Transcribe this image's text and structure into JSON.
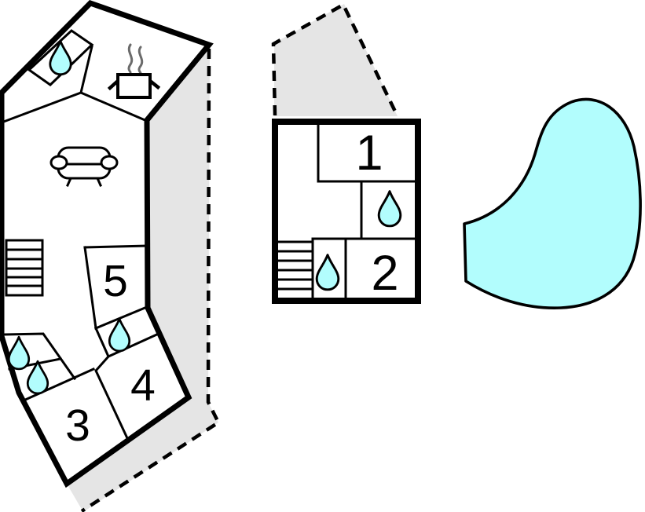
{
  "colors": {
    "water": "#b2fdfd",
    "terrace": "#e5e5e5",
    "line": "#000000",
    "steam": "#6b6b6b"
  },
  "floor_plan": {
    "rooms": [
      {
        "label": "1"
      },
      {
        "label": "2"
      },
      {
        "label": "3"
      },
      {
        "label": "4"
      },
      {
        "label": "5"
      }
    ],
    "icons": {
      "water_drops": 6,
      "staircases": 2,
      "sofa": "sofa-icon",
      "stove": "stove-icon",
      "pool": "swimming-pool"
    }
  }
}
